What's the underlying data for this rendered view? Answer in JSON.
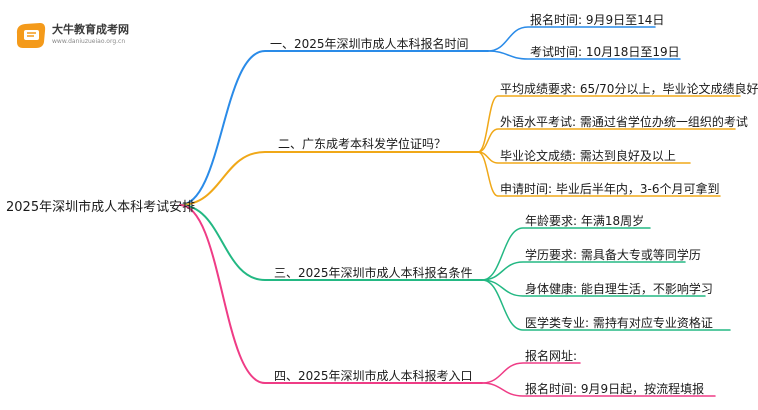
{
  "logo": {
    "name": "大牛教育成考网",
    "url": "www.daniuzueiao.org.cn"
  },
  "colors": {
    "branch1": "#2a8be8",
    "branch2": "#f0a818",
    "branch3": "#23b883",
    "branch4": "#ef3c86",
    "logo_orange": "#f49a1a"
  },
  "root": "2025年深圳市成人本科考试安排",
  "branches": [
    {
      "label": "一、2025年深圳市成人本科报名时间",
      "leaves": [
        "报名时间: 9月9日至14日",
        "考试时间: 10月18日至19日"
      ]
    },
    {
      "label": "二、广东成考本科发学位证吗？",
      "leaves": [
        "平均成绩要求: 65/70分以上，毕业论文成绩良好",
        "外语水平考试: 需通过省学位办统一组织的考试",
        "毕业论文成绩: 需达到良好及以上",
        "申请时间: 毕业后半年内，3-6个月可拿到"
      ]
    },
    {
      "label": "三、2025年深圳市成人本科报名条件",
      "leaves": [
        "年龄要求: 年满18周岁",
        "学历要求: 需具备大专或等同学历",
        "身体健康: 能自理生活，不影响学习",
        "医学类专业: 需持有对应专业资格证"
      ]
    },
    {
      "label": "四、2025年深圳市成人本科报考入口",
      "leaves": [
        "报名网址:",
        "报名时间: 9月9日起，按流程填报"
      ]
    }
  ]
}
